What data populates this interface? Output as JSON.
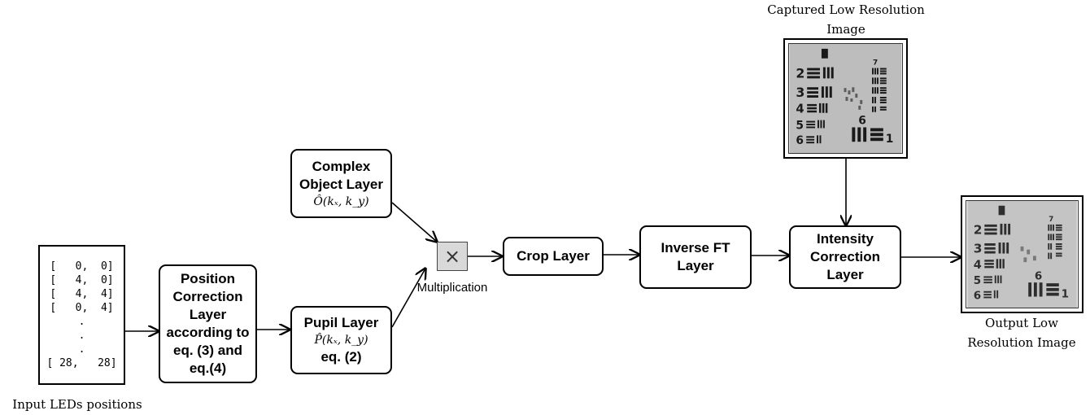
{
  "led_input": {
    "rows": [
      "[   0,  0]",
      "[   4,  0]",
      "[   4,  4]",
      "[   0,  4]",
      ".",
      ".",
      ".",
      "[ 28,   28]"
    ],
    "caption": "Input LEDs positions"
  },
  "position_correction": {
    "label": "Position Correction Layer according to eq. (3) and eq.(4)"
  },
  "complex_object": {
    "label": "Complex Object Layer",
    "math": "Ô(kₓ, k_y)"
  },
  "pupil": {
    "label": "Pupil Layer",
    "math": "P̂(kₓ, k_y)",
    "equation": "eq. (2)"
  },
  "multiplication": {
    "symbol": "×",
    "label": "Multiplication"
  },
  "crop": {
    "label": "Crop Layer"
  },
  "inverse_ft": {
    "label": "Inverse FT Layer"
  },
  "intensity_correction": {
    "label": "Intensity Correction Layer"
  },
  "captured_image": {
    "caption": "Captured Low Resolution Image"
  },
  "output_image": {
    "caption": "Output Low Resolution Image"
  },
  "colors": {
    "line": "#000000",
    "multiplier_fill": "#d9d9d9",
    "image_gray": "#bdbdbd"
  }
}
